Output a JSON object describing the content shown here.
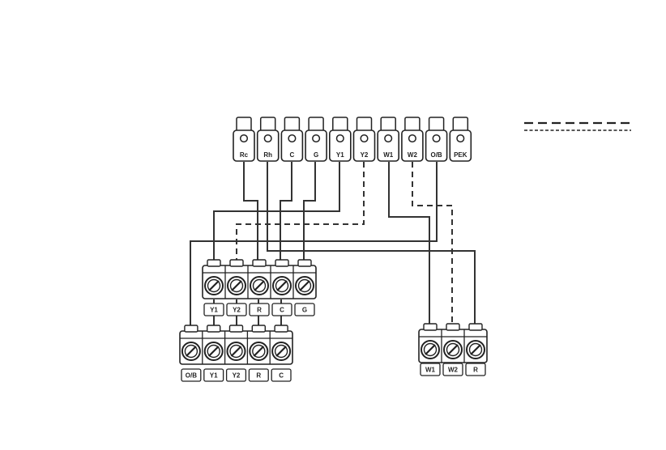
{
  "colors": {
    "line": "#222222",
    "background": "#ffffff"
  },
  "thermostat": {
    "terminals": [
      "Rc",
      "Rh",
      "C",
      "G",
      "Y1",
      "Y2",
      "W1",
      "W2",
      "O/B",
      "PEK"
    ]
  },
  "board_top": {
    "terminals": [
      "Y1",
      "Y2",
      "R",
      "C",
      "G"
    ]
  },
  "board_bottom": {
    "terminals": [
      "O/B",
      "Y1",
      "Y2",
      "R",
      "C"
    ]
  },
  "board_right": {
    "terminals": [
      "W1",
      "W2",
      "R"
    ]
  },
  "legend": {
    "line_styles": [
      "solid-dash",
      "fine-dash"
    ]
  }
}
